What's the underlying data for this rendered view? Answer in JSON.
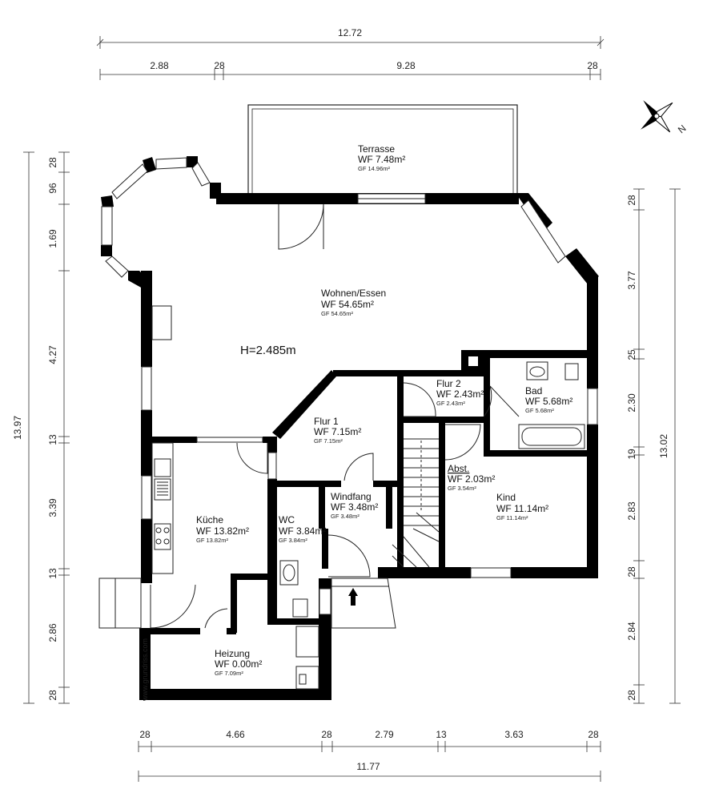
{
  "dimensions": {
    "top_total": "12.72",
    "top_segments": [
      "2.88",
      "28",
      "9.28",
      "28"
    ],
    "left_total": "13.97",
    "left_segments": [
      "28",
      "96",
      "1.69",
      "4.27",
      "13",
      "3.39",
      "13",
      "2.86",
      "28"
    ],
    "right_total": "13.02",
    "right_segments": [
      "28",
      "3.77",
      "25",
      "2.30",
      "19",
      "2.83",
      "28",
      "2.84",
      "28"
    ],
    "bottom_total": "11.77",
    "bottom_segments": [
      "28",
      "4.66",
      "28",
      "2.79",
      "13",
      "3.63",
      "28"
    ]
  },
  "height_label": "H=2.485m",
  "watermark": "www.grundriss.com",
  "rooms": [
    {
      "id": "terrasse",
      "name": "Terrasse",
      "wf": "WF 7.48m²",
      "gf": "GF 14.96m²"
    },
    {
      "id": "wohnen",
      "name": "Wohnen/Essen",
      "wf": "WF 54.65m²",
      "gf": "GF 54.65m²"
    },
    {
      "id": "flur2",
      "name": "Flur 2",
      "wf": "WF 2.43m²",
      "gf": "GF 2.43m²"
    },
    {
      "id": "bad",
      "name": "Bad",
      "wf": "WF 5.68m²",
      "gf": "GF 5.68m²"
    },
    {
      "id": "flur1",
      "name": "Flur 1",
      "wf": "WF 7.15m²",
      "gf": "GF 7.15m²"
    },
    {
      "id": "abst",
      "name": "Abst.",
      "wf": "WF 2.03m²",
      "gf": "GF 3.54m²"
    },
    {
      "id": "kind",
      "name": "Kind",
      "wf": "WF 11.14m²",
      "gf": "GF 11.14m²"
    },
    {
      "id": "windfang",
      "name": "Windfang",
      "wf": "WF 3.48m²",
      "gf": "GF 3.48m²"
    },
    {
      "id": "kueche",
      "name": "Küche",
      "wf": "WF 13.82m²",
      "gf": "GF 13.82m²"
    },
    {
      "id": "wc",
      "name": "WC",
      "wf": "WF 3.84m²",
      "gf": "GF 3.84m²"
    },
    {
      "id": "heizung",
      "name": "Heizung",
      "wf": "WF 0.00m²",
      "gf": "GF 7.09m²"
    }
  ],
  "icons": {
    "compass": "compass-rose-icon",
    "compass_letter": "N",
    "entrance": "entrance-arrow-icon"
  }
}
